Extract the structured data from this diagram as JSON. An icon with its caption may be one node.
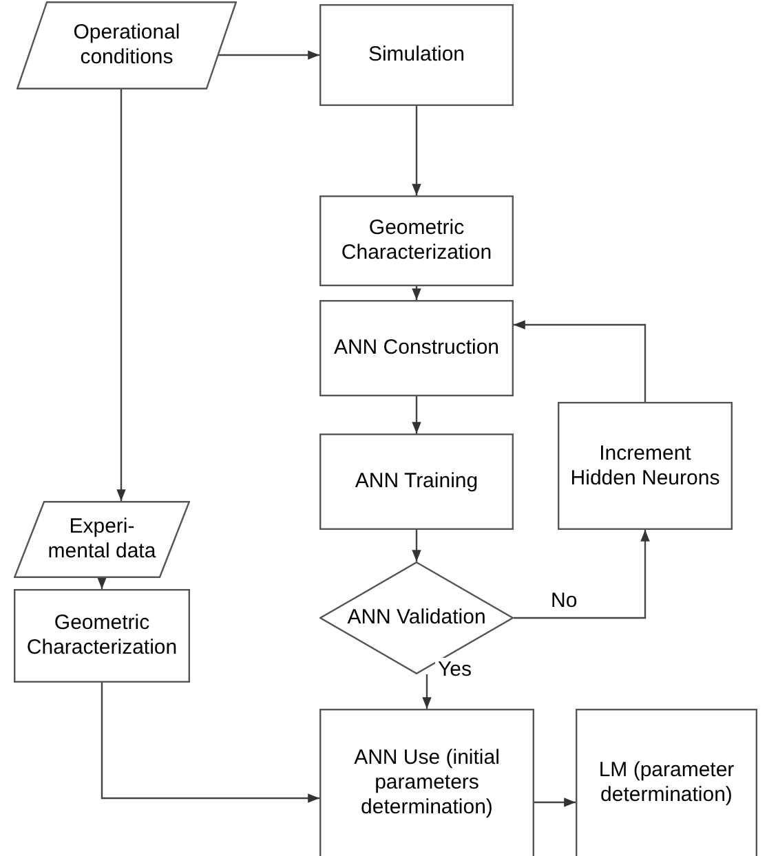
{
  "diagram": {
    "nodes": [
      {
        "text": [
          "Operational conditions"
        ]
      },
      {
        "text": [
          "Simulation"
        ]
      },
      {
        "text": [
          "Geometric Characterization"
        ]
      },
      {
        "text": [
          "ANN Construction"
        ]
      },
      {
        "text": [
          "ANN Training"
        ]
      },
      {
        "text": [
          "ANN Validation"
        ]
      },
      {
        "text": [
          "Increment Hidden Neurons"
        ]
      },
      {
        "text": [
          "Experi- mental data"
        ]
      },
      {
        "text": [
          "Geometric Characterization"
        ]
      },
      {
        "text": [
          "ANN Use (initial parameters determination)"
        ]
      },
      {
        "text": [
          "LM (parameter determination)"
        ]
      }
    ],
    "edges": [
      {
        "from": 0,
        "to": 1,
        "arrow": "to"
      },
      {
        "from": 1,
        "to": 2,
        "arrow": "to"
      },
      {
        "from": 2,
        "to": 3,
        "arrow": "to"
      },
      {
        "from": 3,
        "to": 4,
        "arrow": "to"
      },
      {
        "from": 4,
        "to": 5,
        "arrow": "to"
      },
      {
        "from": 5,
        "to": 6,
        "arrow": "to",
        "label": "No"
      },
      {
        "from": 6,
        "to": 3,
        "arrow": "to"
      },
      {
        "from": 5,
        "to": 9,
        "arrow": "to",
        "label": "Yes"
      },
      {
        "from": 0,
        "to": 7,
        "arrow": "to"
      },
      {
        "from": 7,
        "to": 8,
        "arrow": "to"
      },
      {
        "from": 8,
        "to": 9,
        "arrow": "to"
      },
      {
        "from": 9,
        "to": 10,
        "arrow": "to"
      }
    ]
  }
}
